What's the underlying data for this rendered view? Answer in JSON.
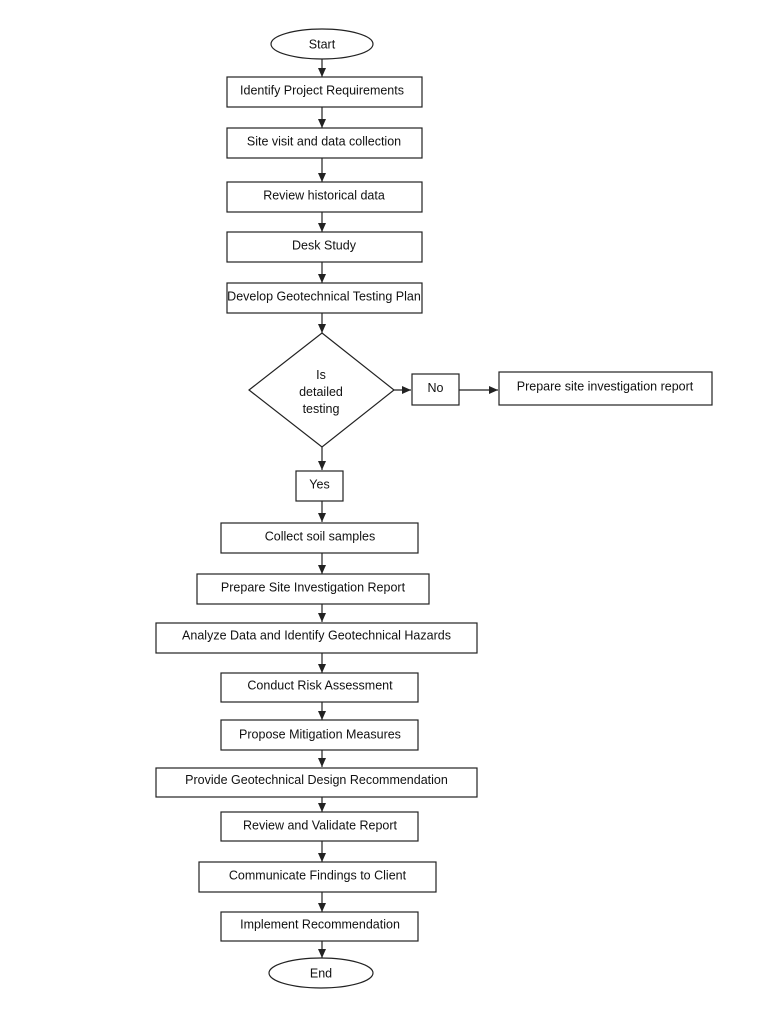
{
  "flowchart": {
    "start": "Start",
    "end": "End",
    "steps_before_decision": [
      "Identify Project Requirements",
      "Site visit and data collection",
      "Review historical data",
      "Desk Study",
      "Develop Geotechnical Testing Plan"
    ],
    "decision": {
      "lines": [
        "Is",
        "detailed",
        "testing"
      ],
      "no_label": "No",
      "yes_label": "Yes"
    },
    "no_branch_step": "Prepare site investigation report",
    "steps_after_decision": [
      "Collect soil samples",
      "Prepare Site Investigation Report",
      "Analyze Data and Identify Geotechnical Hazards",
      "Conduct Risk Assessment",
      "Propose Mitigation Measures",
      "Provide Geotechnical Design Recommendation",
      "Review and Validate Report",
      "Communicate Findings to Client",
      "Implement Recommendation"
    ]
  }
}
